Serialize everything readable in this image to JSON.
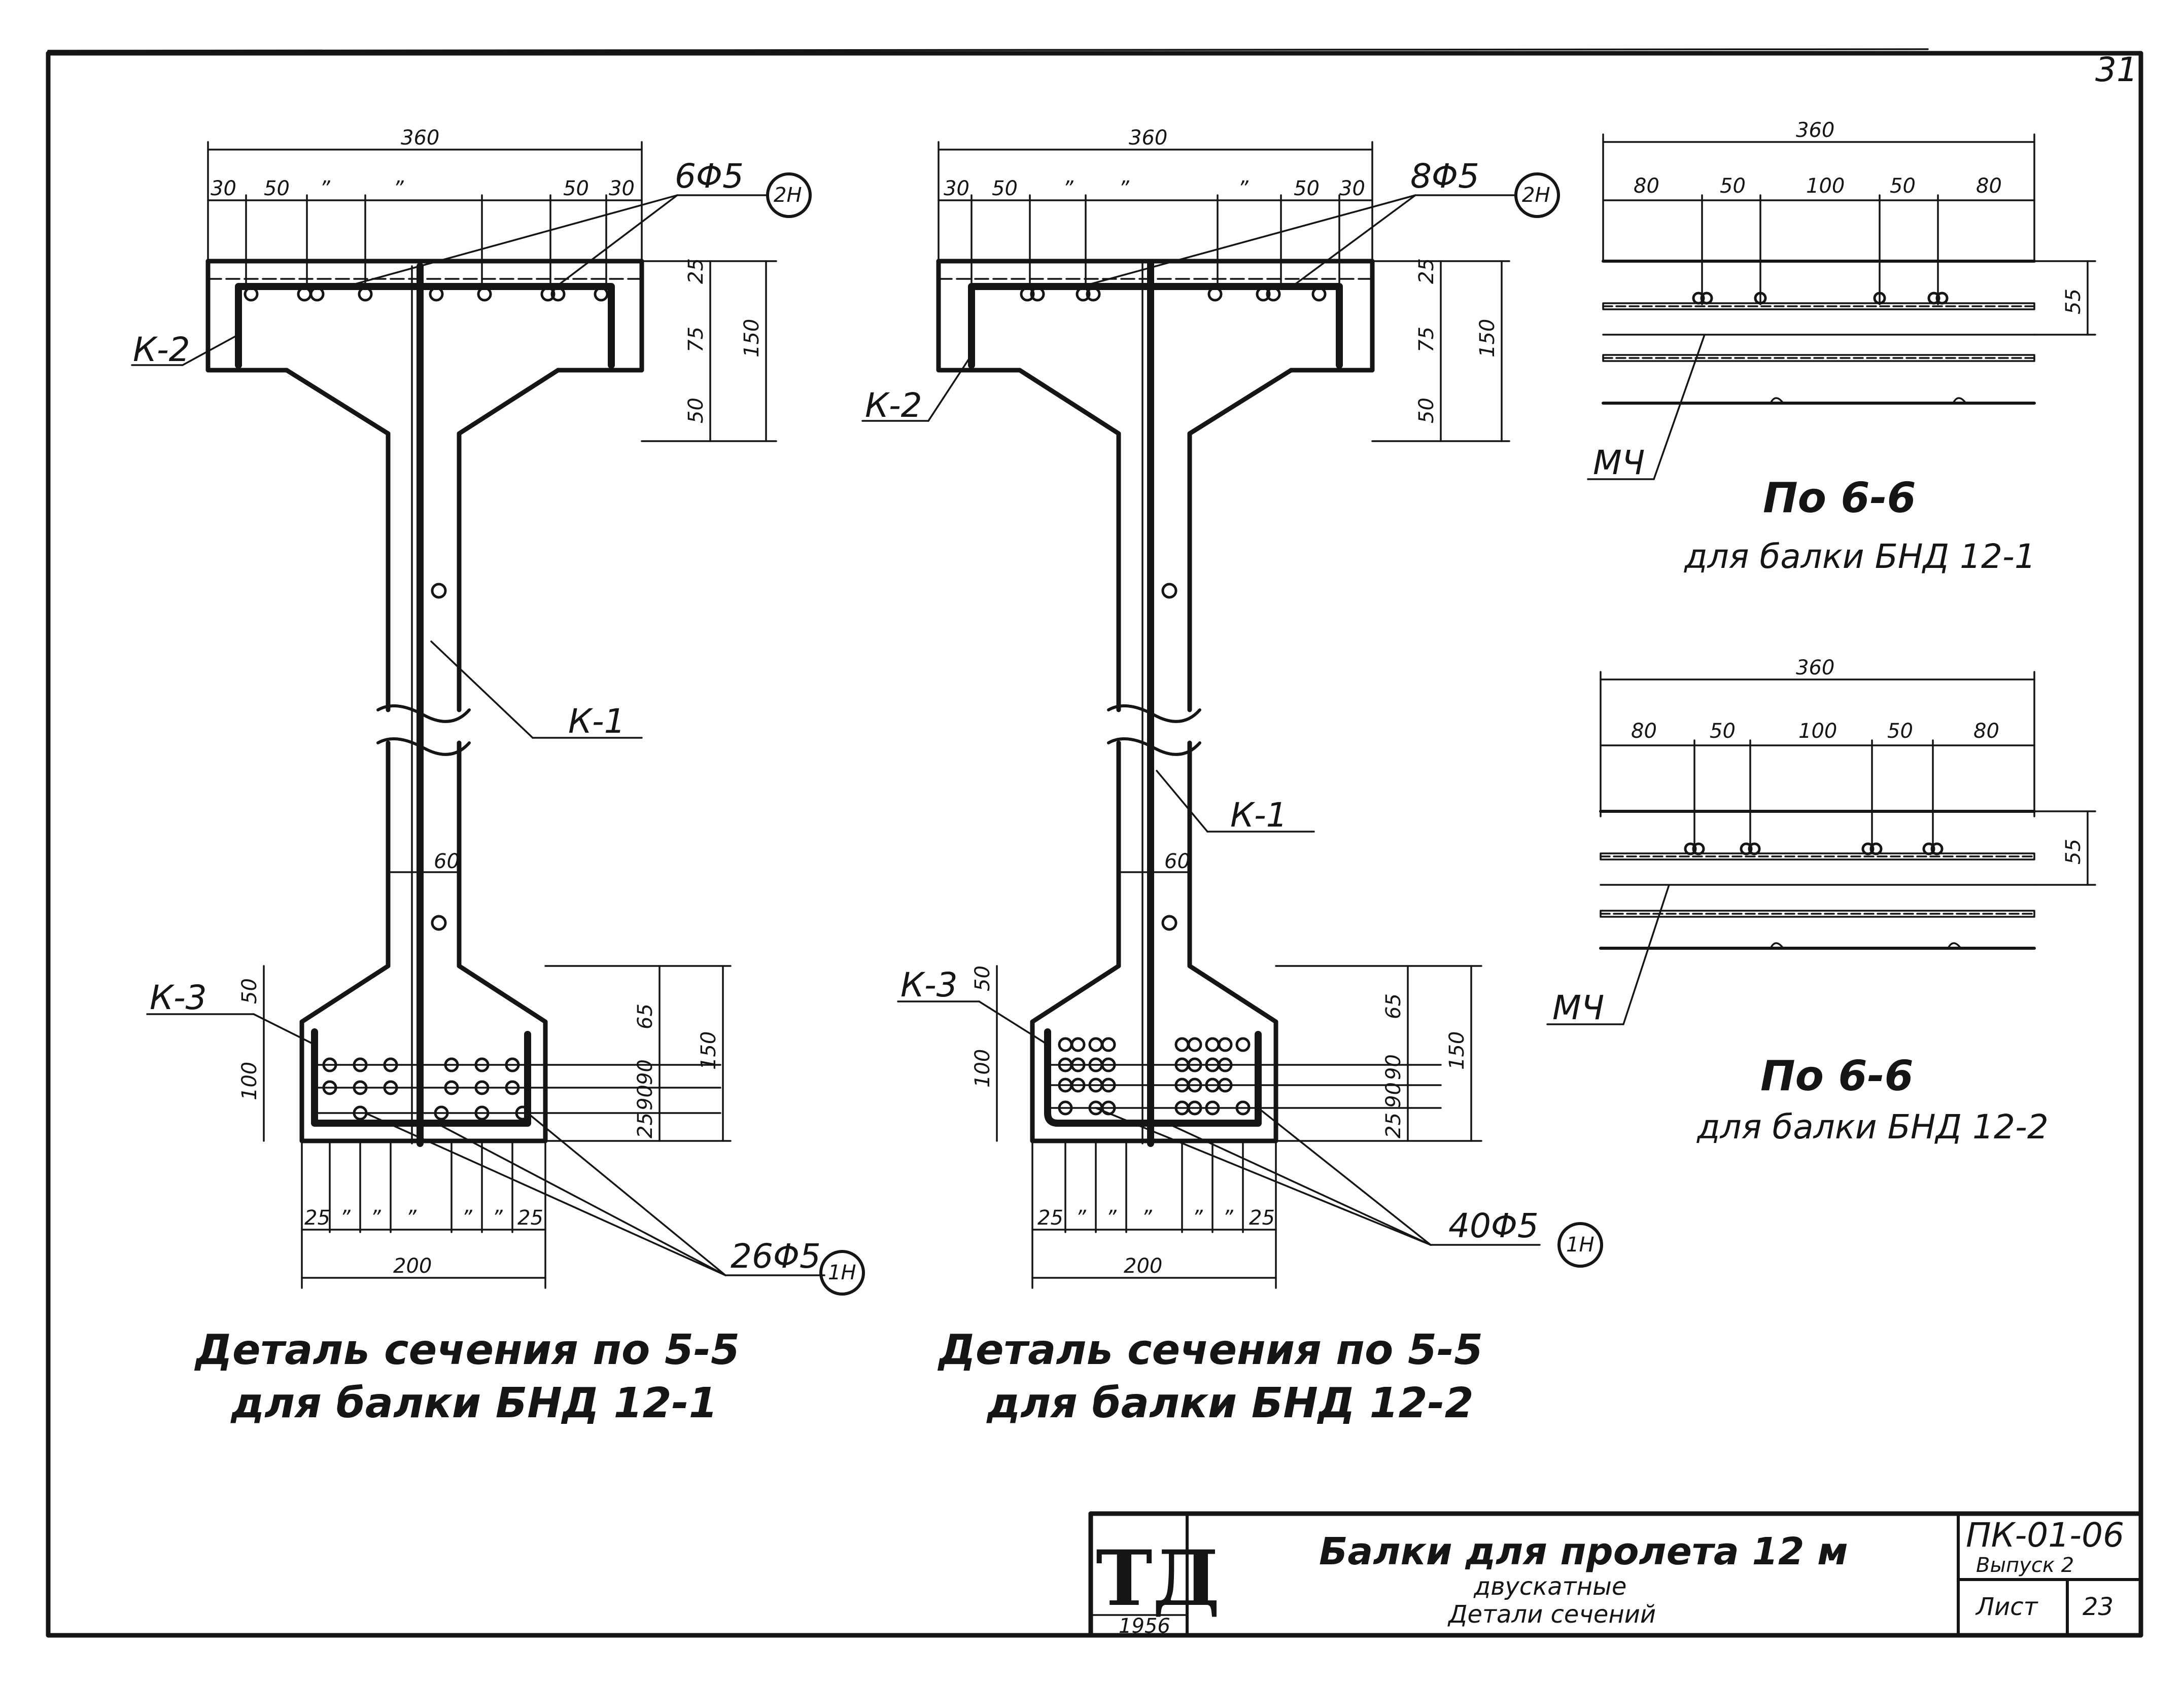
{
  "sheet": {
    "page_number": "31",
    "left_section": {
      "dims_top": {
        "total": "360",
        "segments": [
          "30",
          "50",
          "”",
          "”",
          "50",
          "30"
        ],
        "rebar": "6Φ5",
        "mark": "2Н"
      },
      "dims_right_top": [
        "25",
        "75",
        "50",
        "150"
      ],
      "labels": {
        "k2": "К-2",
        "k1": "К-1",
        "k3": "К-3",
        "web": "60"
      },
      "dims_bottom_side": [
        "50",
        "100"
      ],
      "dims_bottom_right": [
        "65",
        "90",
        "90",
        "25",
        "150"
      ],
      "dims_bottom": {
        "segments": [
          "25",
          "”",
          "”",
          "”",
          "”",
          "”",
          "25"
        ],
        "total": "200"
      },
      "rebar_bottom": "26Φ5",
      "mark_bottom": "1Н",
      "caption_line1": "Деталь сечения по 5-5",
      "caption_line2": "для балки БНД 12-1"
    },
    "middle_section": {
      "dims_top": {
        "total": "360",
        "segments": [
          "30",
          "50",
          "”",
          "”",
          "”",
          "50",
          "30"
        ],
        "rebar": "8Φ5",
        "mark": "2Н"
      },
      "dims_right_top": [
        "25",
        "75",
        "50",
        "150"
      ],
      "labels": {
        "k2": "К-2",
        "k1": "К-1",
        "k3": "К-3",
        "web": "60"
      },
      "dims_bottom_side": [
        "50",
        "100"
      ],
      "dims_bottom_right": [
        "65",
        "90",
        "90",
        "25",
        "150"
      ],
      "dims_bottom": {
        "segments": [
          "25",
          "”",
          "”",
          "”",
          "”",
          "”",
          "25"
        ],
        "total": "200"
      },
      "rebar_bottom": "40Φ5",
      "mark_bottom": "1Н",
      "caption_line1": "Деталь сечения по 5-5",
      "caption_line2": "для балки БНД 12-2"
    },
    "right_top": {
      "dims": {
        "total": "360",
        "segments": [
          "80",
          "50",
          "100",
          "50",
          "80"
        ],
        "height": "55"
      },
      "label_mesh": "МЧ",
      "caption_line1": "По 6-6",
      "caption_line2": "для балки БНД 12-1"
    },
    "right_bottom": {
      "dims": {
        "total": "360",
        "segments": [
          "80",
          "50",
          "100",
          "50",
          "80"
        ],
        "height": "55"
      },
      "label_mesh": "МЧ",
      "caption_line1": "По 6-6",
      "caption_line2": "для балки БНД 12-2"
    },
    "title_block": {
      "logo": "ТД",
      "year": "1956",
      "title": "Балки для пролета 12 м",
      "subtitle1": "двускатные",
      "subtitle2": "Детали сечений",
      "series": "ПК-01-06",
      "issue": "Выпуск 2",
      "sheet_label": "Лист",
      "sheet_number": "23"
    }
  }
}
